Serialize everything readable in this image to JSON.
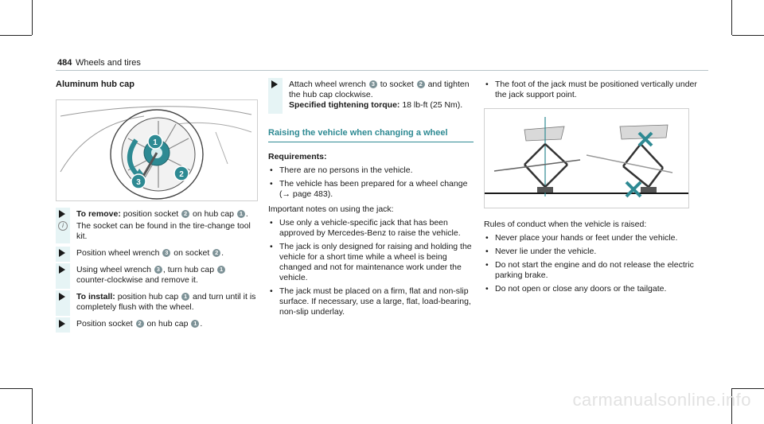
{
  "header": {
    "page_number": "484",
    "section": "Wheels and tires"
  },
  "col1": {
    "heading": "Aluminum hub cap",
    "steps": [
      {
        "bold": "To remove:",
        "text": " position socket ",
        "b1": "2",
        "t2": " on hub cap ",
        "b2": "1",
        "t3": "."
      },
      {
        "bold": "",
        "text": "Position wheel wrench ",
        "b1": "3",
        "t2": " on socket ",
        "b2": "2",
        "t3": "."
      },
      {
        "bold": "",
        "text": "Using wheel wrench ",
        "b1": "3",
        "t2": ", turn hub cap ",
        "b2": "1",
        "t3": " counter-clockwise and remove it."
      },
      {
        "bold": "To install:",
        "text": " position hub cap ",
        "b1": "1",
        "t2": " and turn until it is completely flush with the wheel.",
        "b2": "",
        "t3": ""
      },
      {
        "bold": "",
        "text": "Position socket ",
        "b1": "2",
        "t2": " on hub cap ",
        "b2": "1",
        "t3": "."
      }
    ],
    "info": "The socket can be found in the tire-change tool kit."
  },
  "col2": {
    "step": {
      "text": "Attach wheel wrench ",
      "b1": "3",
      "t2": " to socket ",
      "b2": "2",
      "t3": " and tighten the hub cap clockwise.",
      "spec_bold": "Specified tightening torque:",
      "spec": " 18 lb-ft (25 Nm)."
    },
    "section_heading": "Raising the vehicle when changing a wheel",
    "req_label": "Requirements:",
    "requirements": [
      "There are no persons in the vehicle.",
      "The vehicle has been prepared for a wheel change (→ page 483)."
    ],
    "notes_intro": "Important notes on using the jack:",
    "notes": [
      "Use only a vehicle-specific jack that has been approved by Mercedes-Benz to raise the vehicle.",
      "The jack is only designed for raising and holding the vehicle for a short time while a wheel is being changed and not for maintenance work under the vehicle.",
      "The jack must be placed on a firm, flat and non-slip surface. If necessary, use a large, flat, load-bearing, non-slip underlay."
    ]
  },
  "col3": {
    "bullet": "The foot of the jack must be positioned vertically under the jack support point.",
    "rules_intro": "Rules of conduct when the vehicle is raised:",
    "rules": [
      "Never place your hands or feet under the vehicle.",
      "Never lie under the vehicle.",
      "Do not start the engine and do not release the electric parking brake.",
      "Do not open or close any doors or the tailgate."
    ]
  },
  "figure_labels": {
    "c1": "1",
    "c2": "2",
    "c3": "3"
  },
  "watermark": "carmanualsonline.info",
  "colors": {
    "accent": "#2e8a93",
    "badge": "#7c9196",
    "hint_bar": "#e6f4f5"
  }
}
